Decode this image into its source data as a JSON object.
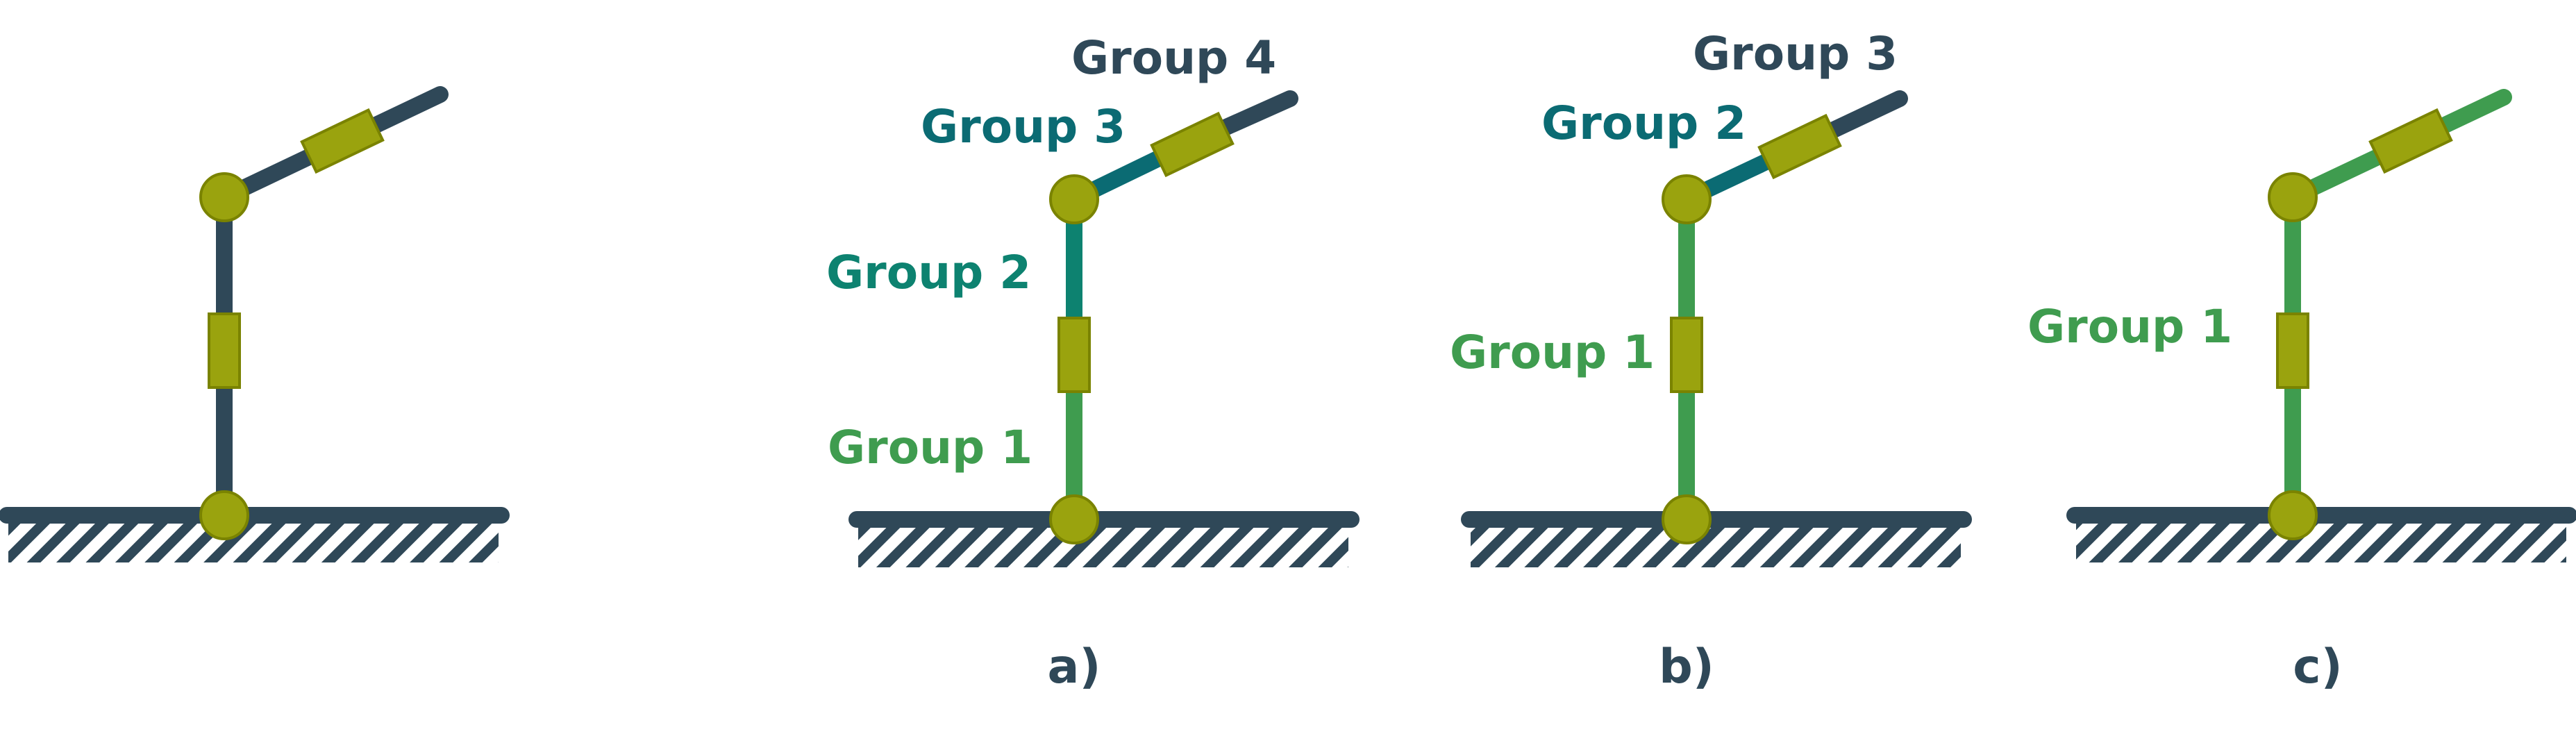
{
  "colors": {
    "dark": "#2f4858",
    "teal": "#0b6b73",
    "teal_green": "#0d8270",
    "green": "#3f9c4f",
    "olive": "#9aa30e",
    "olive_stroke": "#7a8300",
    "background": "#ffffff"
  },
  "figures": [
    {
      "id": "original",
      "caption": "",
      "labels": []
    },
    {
      "id": "a",
      "caption": "a)",
      "labels": [
        "Group 4",
        "Group 3",
        "Group 2",
        "Group 1"
      ]
    },
    {
      "id": "b",
      "caption": "b)",
      "labels": [
        "Group 3",
        "Group 2",
        "Group 1"
      ]
    },
    {
      "id": "c",
      "caption": "c)",
      "labels": [
        "Group 1"
      ]
    }
  ]
}
